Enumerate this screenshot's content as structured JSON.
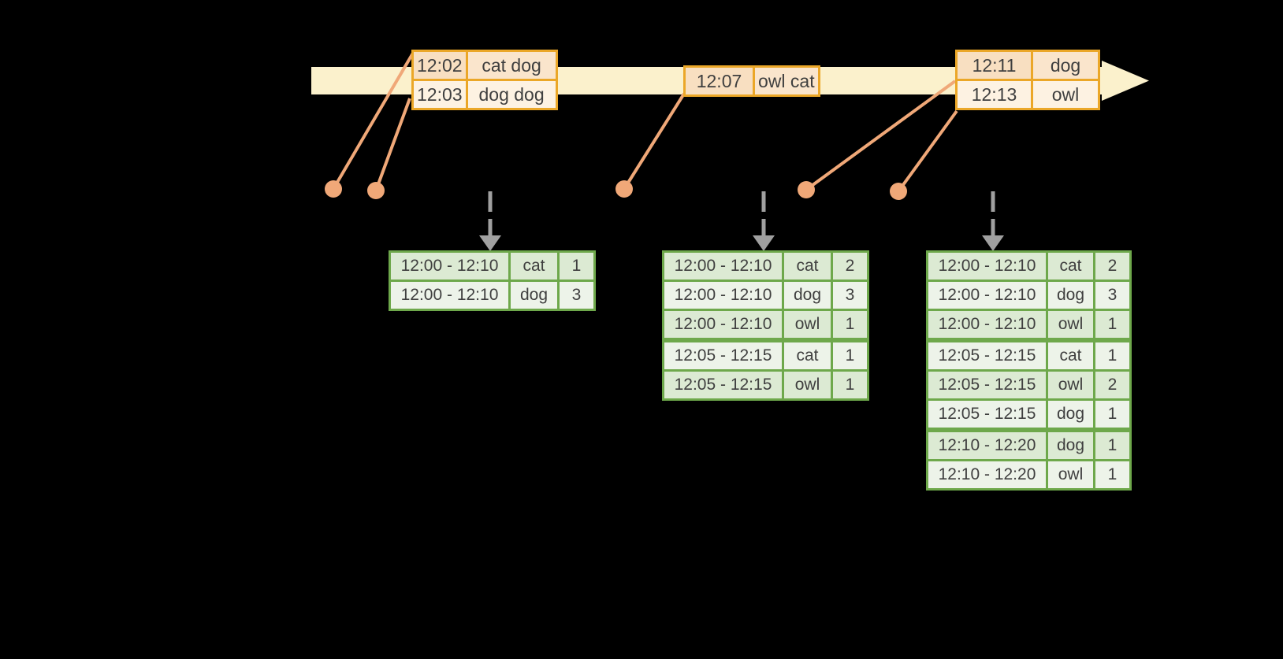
{
  "diagram": {
    "timeline_events": [
      {
        "rows": [
          {
            "time": "12:02",
            "words": "cat dog"
          },
          {
            "time": "12:03",
            "words": "dog dog"
          }
        ]
      },
      {
        "rows": [
          {
            "time": "12:07",
            "words": "owl cat"
          }
        ]
      },
      {
        "rows": [
          {
            "time": "12:11",
            "words": "dog"
          },
          {
            "time": "12:13",
            "words": "owl"
          }
        ]
      }
    ],
    "result_tables": [
      {
        "rows": [
          {
            "window": "12:00 - 12:10",
            "word": "cat",
            "count": "1"
          },
          {
            "window": "12:00 - 12:10",
            "word": "dog",
            "count": "3"
          }
        ]
      },
      {
        "rows": [
          {
            "window": "12:00 - 12:10",
            "word": "cat",
            "count": "2"
          },
          {
            "window": "12:00 - 12:10",
            "word": "dog",
            "count": "3"
          },
          {
            "window": "12:00 - 12:10",
            "word": "owl",
            "count": "1"
          },
          {
            "window": "12:05 - 12:15",
            "word": "cat",
            "count": "1"
          },
          {
            "window": "12:05 - 12:15",
            "word": "owl",
            "count": "1"
          }
        ]
      },
      {
        "rows": [
          {
            "window": "12:00 - 12:10",
            "word": "cat",
            "count": "2"
          },
          {
            "window": "12:00 - 12:10",
            "word": "dog",
            "count": "3"
          },
          {
            "window": "12:00 - 12:10",
            "word": "owl",
            "count": "1"
          },
          {
            "window": "12:05 - 12:15",
            "word": "cat",
            "count": "1"
          },
          {
            "window": "12:05 - 12:15",
            "word": "owl",
            "count": "2"
          },
          {
            "window": "12:05 - 12:15",
            "word": "dog",
            "count": "1"
          },
          {
            "window": "12:10 - 12:20",
            "word": "dog",
            "count": "1"
          },
          {
            "window": "12:10 - 12:20",
            "word": "owl",
            "count": "1"
          }
        ]
      }
    ],
    "colors": {
      "bg": "#000000",
      "timeline": "#fbf1cc",
      "amber": "#eba728",
      "peach_time": "#f8dfc1",
      "peach_words": "#fae5cc",
      "cream_row": "#fdf2e2",
      "green": "#6ea84b",
      "green_dark": "#dcead3",
      "green_light": "#edf3e9",
      "salmon": "#f0a878",
      "gray": "#a0a0a0",
      "text": "#3f3f3f"
    }
  }
}
